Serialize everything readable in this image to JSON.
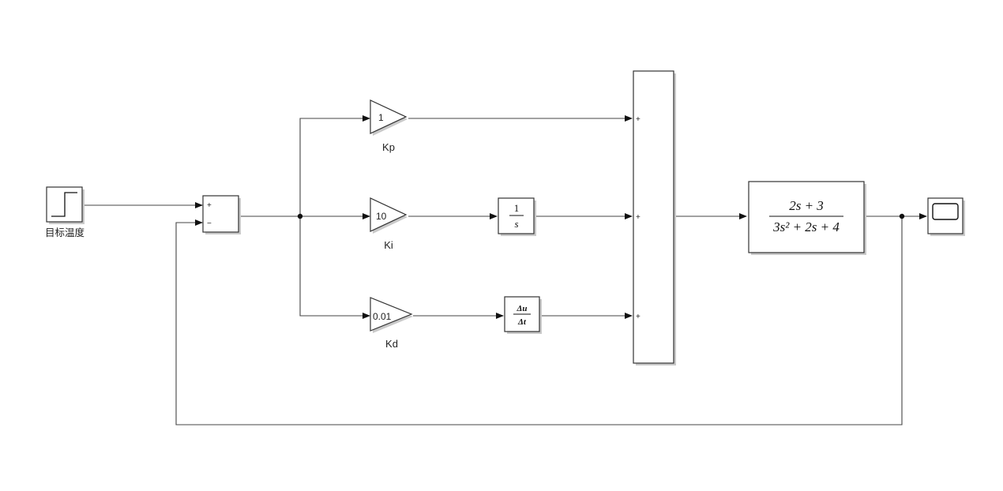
{
  "step": {
    "label": "目标温度"
  },
  "sum1": {
    "signs": [
      "+",
      "−"
    ]
  },
  "gains": [
    {
      "name": "Kp",
      "value": "1"
    },
    {
      "name": "Ki",
      "value": "10"
    },
    {
      "name": "Kd",
      "value": "0.01"
    }
  ],
  "integrator": {
    "num": "1",
    "den": "s"
  },
  "derivative": {
    "num": "Δu",
    "den": "Δt"
  },
  "sum2": {
    "signs": [
      "+",
      "+",
      "+"
    ]
  },
  "transfer_fn": {
    "numerator": "2s + 3",
    "denominator": "3s² + 2s + 4"
  }
}
